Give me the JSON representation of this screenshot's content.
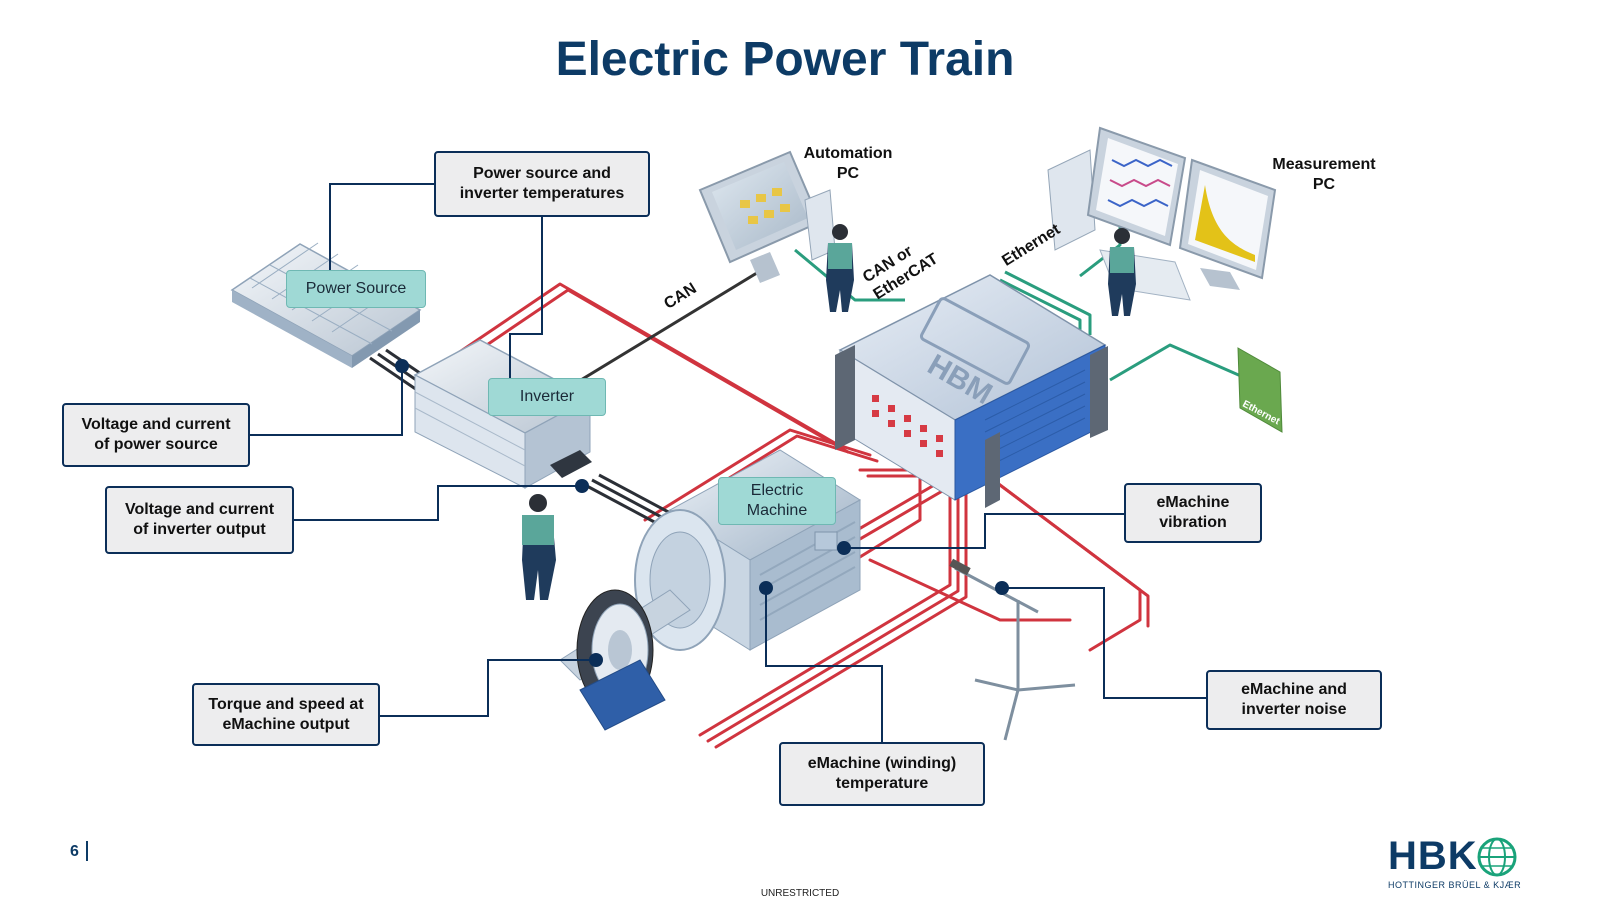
{
  "title": "Electric Power Train",
  "labels": {
    "power_source": "Power Source",
    "inverter": "Inverter",
    "electric_machine": "Electric\nMachine",
    "automation_pc": "Automation\nPC",
    "measurement_pc": "Measurement\nPC",
    "can": "CAN",
    "can_ethercat": "CAN or\nEtherCAT",
    "ethernet": "Ethernet",
    "hbm_device": "HBM",
    "ethernet_icon": "Ethernet"
  },
  "callouts": {
    "power_inverter_temps": "Power source and\ninverter temperatures",
    "voltage_power_source": "Voltage and current\nof power source",
    "voltage_inverter_output": "Voltage and current\nof inverter output",
    "torque_speed": "Torque and speed at\neMachine output",
    "winding_temp": "eMachine (winding)\ntemperature",
    "vibration": "eMachine\nvibration",
    "noise": "eMachine and\ninverter noise"
  },
  "page_number": "6",
  "footer": "UNRESTRICTED",
  "logo": {
    "name": "HBK",
    "tagline": "HOTTINGER BRÜEL & KJÆR"
  },
  "colors": {
    "title": "#0d3b66",
    "callout_border": "#0b2e58",
    "tag_fill": "#9fd9d5",
    "red_cable": "#d0343f",
    "green_cable": "#2a9d7e",
    "black_cable": "#333333"
  }
}
